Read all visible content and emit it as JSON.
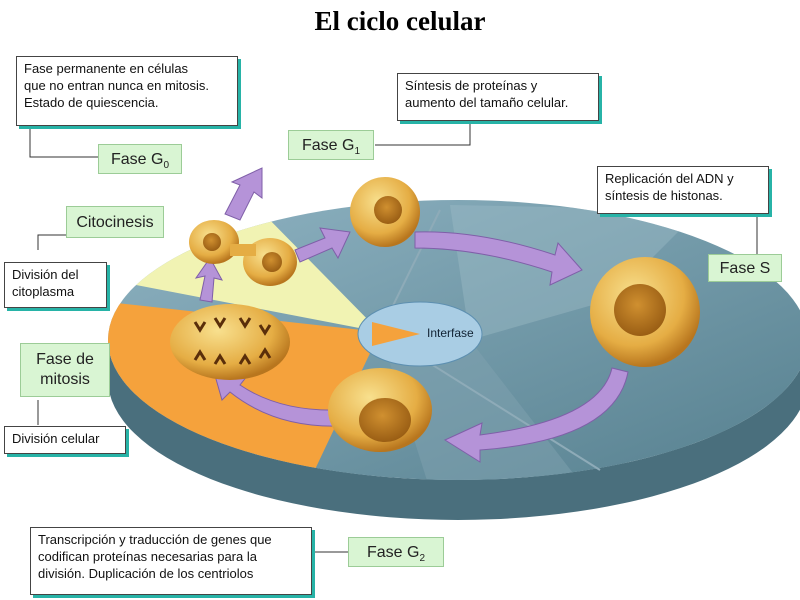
{
  "title": "El ciclo celular",
  "boxes": {
    "g0_desc": [
      "Fase permanente en células",
      "que no entran nunca en mitosis.",
      "Estado de quiescencia."
    ],
    "g1_desc": [
      "Síntesis de proteínas y",
      "aumento del tamaño celular."
    ],
    "s_desc": [
      "Replicación del ADN y",
      "síntesis de histonas."
    ],
    "citocinesis_desc": [
      "División del",
      "citoplasma"
    ],
    "mitosis_desc": "División celular",
    "g2_desc": [
      "Transcripción y traducción de genes que",
      "codifican proteínas necesarias para la",
      "división. Duplicación de los centriolos"
    ]
  },
  "phases": {
    "g0": {
      "text": "Fase G",
      "sub": "0"
    },
    "g1": {
      "text": "Fase G",
      "sub": "1"
    },
    "g2": {
      "text": "Fase G",
      "sub": "2"
    },
    "s": "Fase S",
    "citocinesis": "Citocinesis",
    "mitosis": [
      "Fase de",
      "mitosis"
    ]
  },
  "center_label": "Interfase",
  "colors": {
    "arrow": "#b593d8",
    "phase_box": "#d9f5d3",
    "disc": "#6f9aad",
    "mitosis_sector": "#f5a23c",
    "cytokinesis_sector": "#f1f3b3",
    "cell": "#e8b34c"
  }
}
